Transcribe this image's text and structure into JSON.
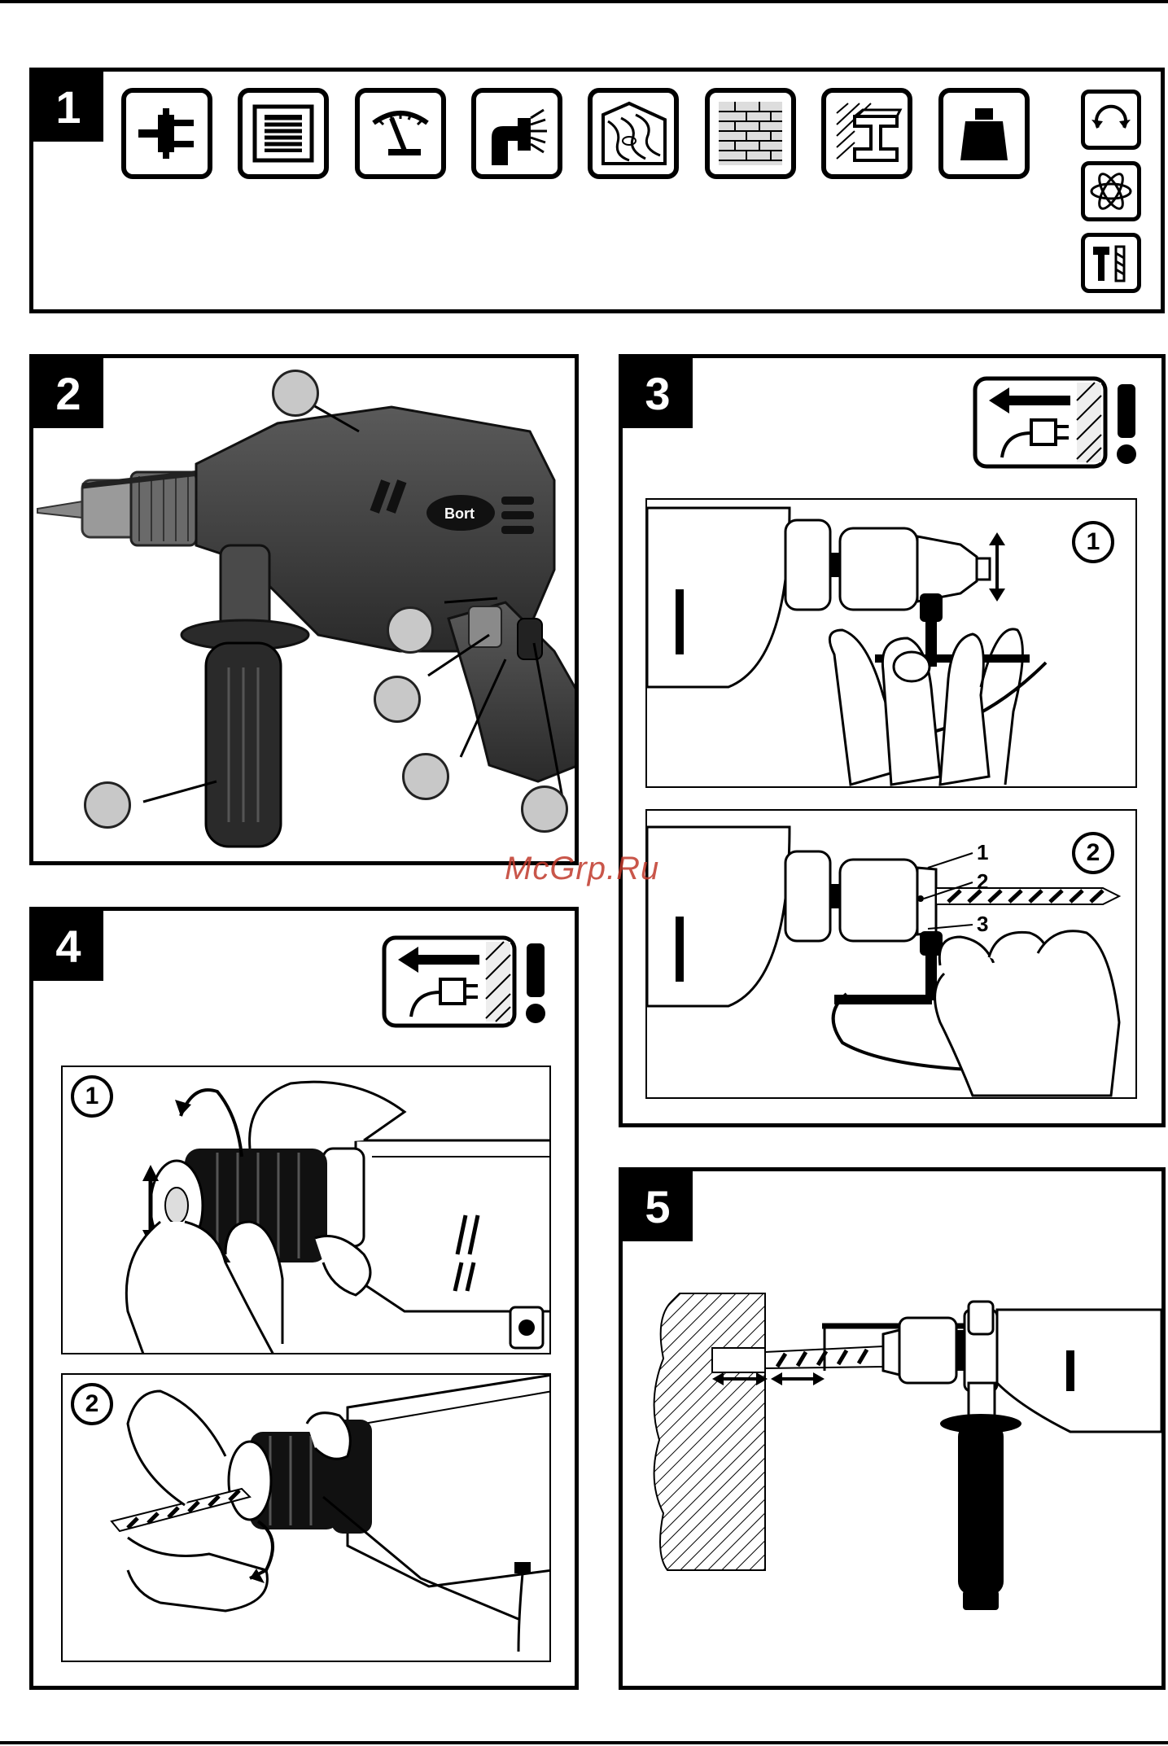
{
  "page": {
    "watermark": "McGrp.Ru"
  },
  "panels": {
    "p1": {
      "number": "1"
    },
    "p2": {
      "number": "2"
    },
    "p3": {
      "number": "3"
    },
    "p4": {
      "number": "4"
    },
    "p5": {
      "number": "5"
    }
  },
  "panel1_icons": [
    "power-plug-icon",
    "motor-icon",
    "speed-gauge-icon",
    "drill-chuck-icon",
    "wood-icon",
    "brick-icon",
    "steel-beam-icon",
    "weight-icon",
    "rotation-icon",
    "vibration-icon",
    "hammer-drill-mode-icon"
  ],
  "drill_brand": "Bort",
  "panel3": {
    "step1": "1",
    "step2": "2",
    "labels": [
      "1",
      "2",
      "3"
    ]
  },
  "panel4": {
    "step1": "1",
    "step2": "2"
  },
  "colors": {
    "accent": "#000000",
    "callout_fill": "#c8c8c8",
    "drill_body": "#3a3a3a",
    "watermark": "#c0392b"
  }
}
